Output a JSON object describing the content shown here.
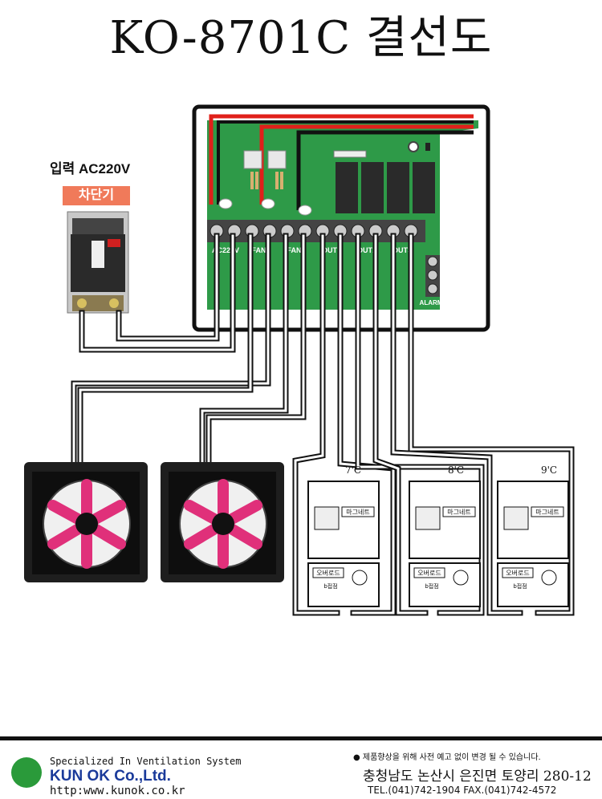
{
  "title": "KO-8701C 결선도",
  "input_label": "입력 AC220V",
  "breaker_label": "차단기",
  "terminal_labels": [
    "AC220V",
    "FAN1",
    "FAN2",
    "OUT1",
    "OUT2",
    "OUT3"
  ],
  "alarm_label": "ALARM",
  "contactors": [
    {
      "temp": "7'C",
      "magnet": "마그네트",
      "overload": "오버로드",
      "contact": "b접점"
    },
    {
      "temp": "8'C",
      "magnet": "마그네트",
      "overload": "오버로드",
      "contact": "b접점"
    },
    {
      "temp": "9'C",
      "magnet": "마그네트",
      "overload": "오버로드",
      "contact": "b접점"
    }
  ],
  "footer": {
    "tagline": "Specialized In Ventilation System",
    "company": "KUN OK Co.,Ltd.",
    "website": "http:www.kunok.co.kr",
    "notice": "● 제품향상을 위해 사전 예고 없이 변경 될 수 있습니다.",
    "address": "충청남도 논산시 은진면 토양리 280-12",
    "tel": "TEL.(041)742-1904 FAX.(041)742-4572"
  },
  "colors": {
    "board": "#2e9a48",
    "red_wire": "#e0201a",
    "fan_blade": "#e0307a",
    "breaker_label_bg": "#f07a5a"
  }
}
